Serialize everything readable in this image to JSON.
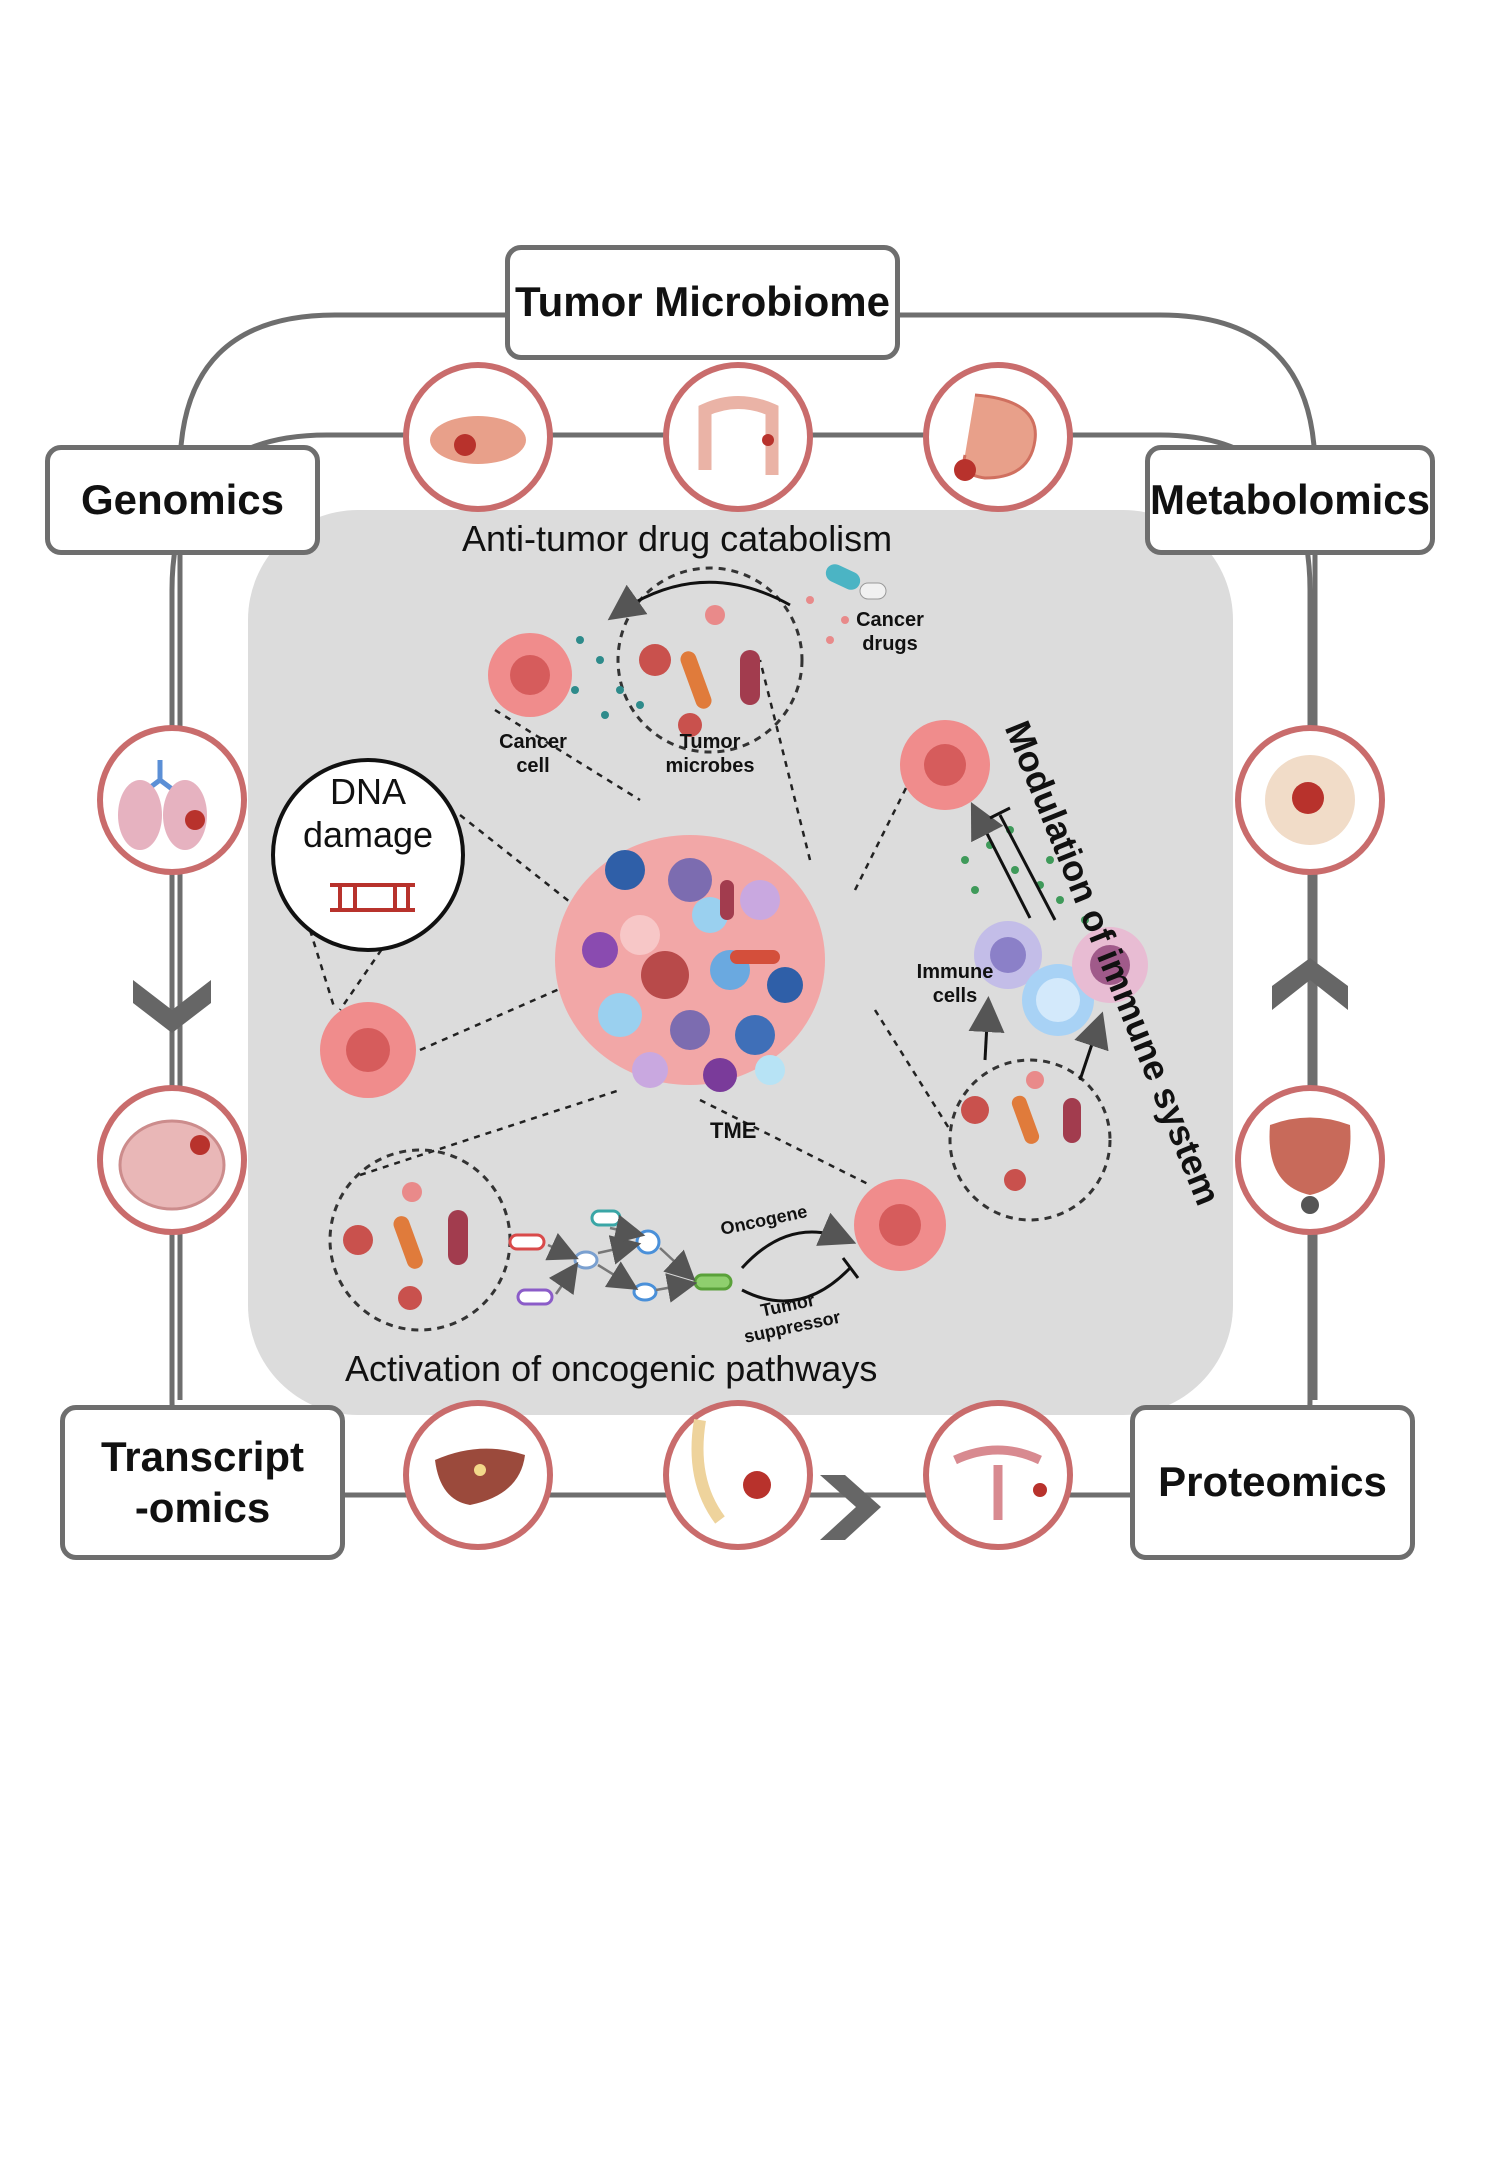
{
  "boxes": {
    "tumor_microbiome": "Tumor Microbiome",
    "genomics": "Genomics",
    "metabolomics": "Metabolomics",
    "transcriptomics_line1": "Transcript",
    "transcriptomics_line2": "-omics",
    "proteomics": "Proteomics"
  },
  "center": {
    "anti_tumor": "Anti-tumor drug catabolism",
    "cancer_drugs_line1": "Cancer",
    "cancer_drugs_line2": "drugs",
    "cancer_cell_line1": "Cancer",
    "cancer_cell_line2": "cell",
    "tumor_microbes_line1": "Tumor",
    "tumor_microbes_line2": "microbes",
    "dna_line1": "DNA",
    "dna_line2": "damage",
    "tme": "TME",
    "modulation": "Modulation of immune system",
    "immune_cells_line1": "Immune",
    "immune_cells_line2": "cells",
    "oncogene": "Oncogene",
    "tumor_suppressor_line1": "Tumor",
    "tumor_suppressor_line2": "suppressor",
    "activation": "Activation of oncogenic pathways"
  },
  "organs": [
    "pancreas",
    "colon",
    "stomach",
    "lung",
    "brain",
    "esophagus",
    "bladder",
    "liver",
    "breast",
    "uterus"
  ],
  "colors": {
    "frame": "#6e6e6e",
    "panel": "#dcdcdc",
    "organ_ring": "#c96c6c",
    "cancer_cell": "#f08c8c",
    "nucleus": "#d65c5c",
    "arrow": "#666666"
  }
}
